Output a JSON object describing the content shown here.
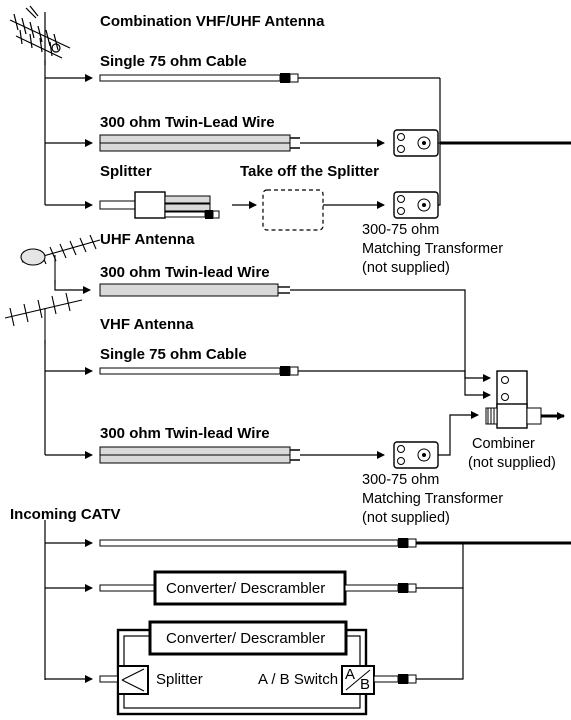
{
  "labels": {
    "combo_antenna": "Combination VHF/UHF Antenna",
    "single75_top": "Single 75 ohm Cable",
    "twinlead_top": "300 ohm Twin-Lead Wire",
    "splitter_top": "Splitter",
    "takeoff": "Take off the Splitter",
    "match1_line1": "300-75 ohm",
    "match1_line2": "Matching Transformer",
    "match1_line3": "(not supplied)",
    "uhf_antenna": "UHF Antenna",
    "twinlead_uhf": "300 ohm Twin-lead Wire",
    "vhf_antenna": "VHF Antenna",
    "single75_vhf": "Single 75 ohm Cable",
    "twinlead_vhf": "300 ohm Twin-lead Wire",
    "combiner_line1": "Combiner",
    "combiner_line2": "(not supplied)",
    "match2_line1": "300-75 ohm",
    "match2_line2": "Matching Transformer",
    "match2_line3": "(not supplied)",
    "incoming_catv": "Incoming CATV",
    "converter1": "Converter/ Descrambler",
    "converter2": "Converter/ Descrambler",
    "splitter_bottom": "Splitter",
    "ab_switch": "A / B Switch",
    "ab_switch_a": "A",
    "ab_switch_b": "B"
  },
  "icons": [
    "combination-antenna-icon",
    "uhf-antenna-icon",
    "vhf-antenna-icon",
    "matching-transformer-icon",
    "combiner-icon",
    "splitter-icon",
    "ab-switch-icon"
  ]
}
